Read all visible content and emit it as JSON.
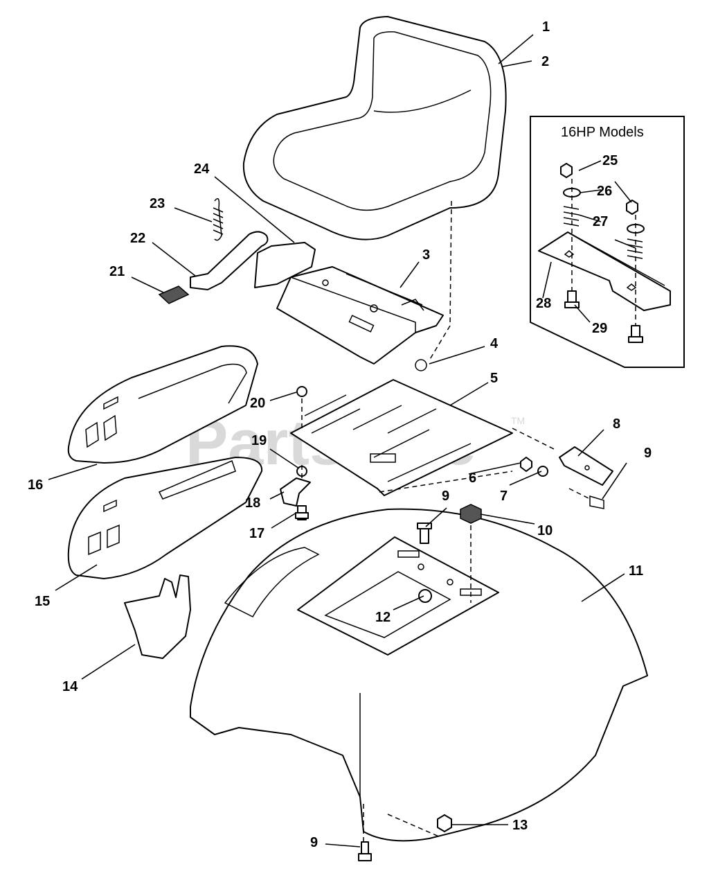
{
  "watermark": {
    "text": "PartsTree",
    "trademark": "TM"
  },
  "inset": {
    "title": "16HP Models"
  },
  "callouts": {
    "c1": "1",
    "c2": "2",
    "c3": "3",
    "c4": "4",
    "c5": "5",
    "c6": "6",
    "c7": "7",
    "c8": "8",
    "c9a": "9",
    "c9b": "9",
    "c9c": "9",
    "c10": "10",
    "c11": "11",
    "c12": "12",
    "c13": "13",
    "c14": "14",
    "c15": "15",
    "c16": "16",
    "c17": "17",
    "c18": "18",
    "c19": "19",
    "c20": "20",
    "c21": "21",
    "c22": "22",
    "c23": "23",
    "c24": "24",
    "c25": "25",
    "c26": "26",
    "c27": "27",
    "c28": "28",
    "c29": "29"
  }
}
